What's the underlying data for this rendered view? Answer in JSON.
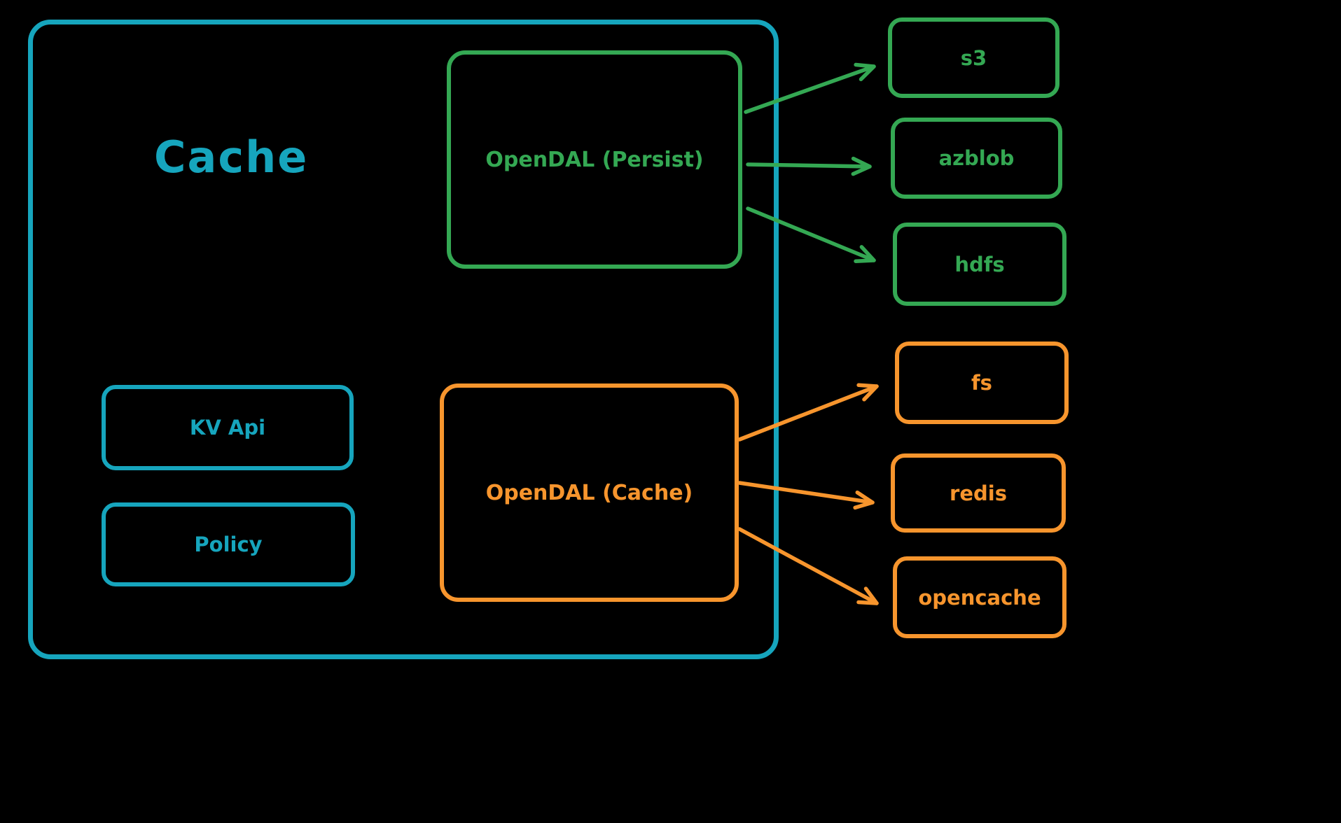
{
  "diagram": {
    "title": "Cache",
    "colors": {
      "teal": "#16a5bd",
      "green": "#34a853",
      "orange": "#f7952d",
      "background": "#000000"
    },
    "nodes": {
      "container": {
        "label": "Cache"
      },
      "persist": {
        "label": "OpenDAL (Persist)"
      },
      "kv_api": {
        "label": "KV Api"
      },
      "policy": {
        "label": "Policy"
      },
      "cache": {
        "label": "OpenDAL (Cache)"
      },
      "s3": {
        "label": "s3"
      },
      "azblob": {
        "label": "azblob"
      },
      "hdfs": {
        "label": "hdfs"
      },
      "fs": {
        "label": "fs"
      },
      "redis": {
        "label": "redis"
      },
      "opencache": {
        "label": "opencache"
      }
    },
    "edges": [
      {
        "from": "OpenDAL (Persist)",
        "to": "s3",
        "color": "green"
      },
      {
        "from": "OpenDAL (Persist)",
        "to": "azblob",
        "color": "green"
      },
      {
        "from": "OpenDAL (Persist)",
        "to": "hdfs",
        "color": "green"
      },
      {
        "from": "OpenDAL (Cache)",
        "to": "fs",
        "color": "orange"
      },
      {
        "from": "OpenDAL (Cache)",
        "to": "redis",
        "color": "orange"
      },
      {
        "from": "OpenDAL (Cache)",
        "to": "opencache",
        "color": "orange"
      }
    ]
  }
}
